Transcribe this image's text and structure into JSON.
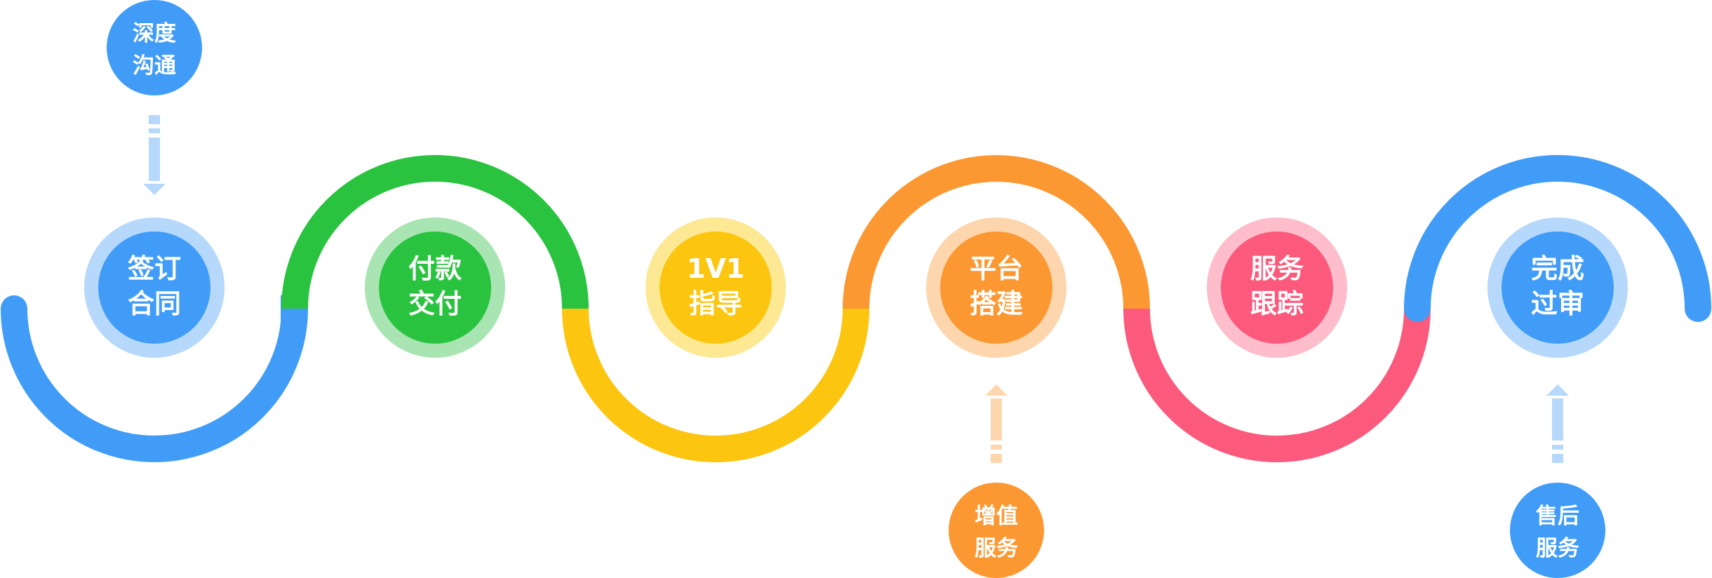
{
  "colors": {
    "blue": "#409CF7",
    "green": "#2AC340",
    "yellow": "#FCC50F",
    "orange": "#FC9832",
    "pink": "#FC5A7C",
    "blue_ring": "#B5D8FB",
    "green_ring": "#A8E5B2",
    "yellow_ring": "#FDE894",
    "orange_ring": "#FED6AE",
    "pink_ring": "#FDBDCB",
    "arrow_blue": "#B5D8FB",
    "arrow_orange": "#FED6AE"
  },
  "steps": [
    {
      "line1": "签订",
      "line2": "合同",
      "color": "blue"
    },
    {
      "line1": "付款",
      "line2": "交付",
      "color": "green"
    },
    {
      "line1": "1V1",
      "line2": "指导",
      "color": "yellow"
    },
    {
      "line1": "平台",
      "line2": "搭建",
      "color": "orange"
    },
    {
      "line1": "服务",
      "line2": "跟踪",
      "color": "pink"
    },
    {
      "line1": "完成",
      "line2": "过审",
      "color": "blue"
    }
  ],
  "callouts": [
    {
      "line1": "深度",
      "line2": "沟通",
      "color": "blue",
      "icon": "arrow-down-icon"
    },
    {
      "line1": "增值",
      "line2": "服务",
      "color": "orange",
      "icon": "arrow-up-icon"
    },
    {
      "line1": "售后",
      "line2": "服务",
      "color": "blue",
      "icon": "arrow-up-icon"
    }
  ]
}
